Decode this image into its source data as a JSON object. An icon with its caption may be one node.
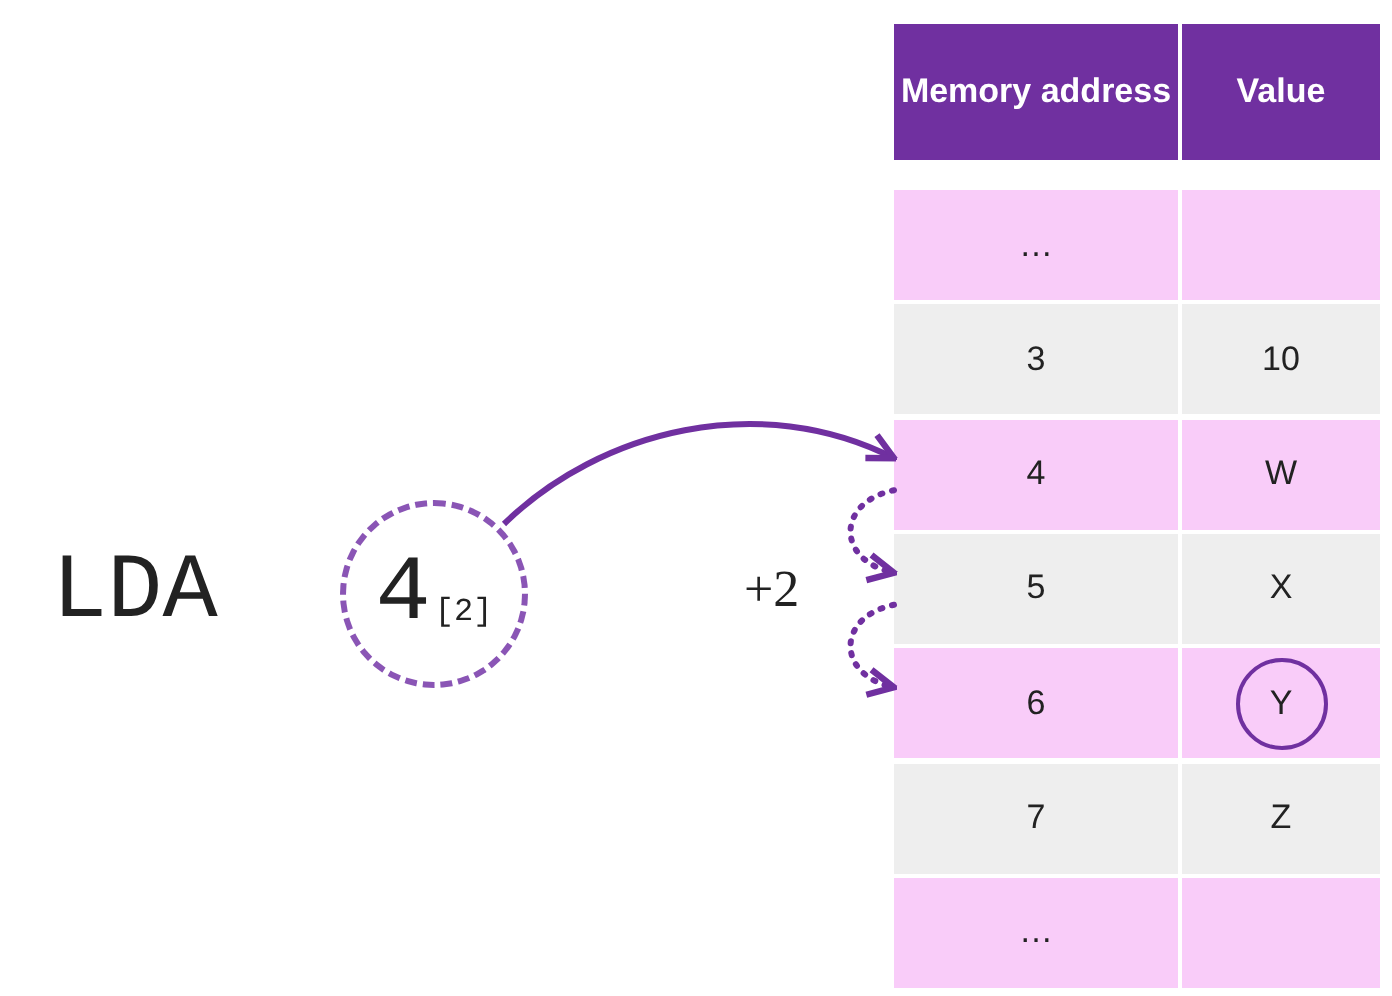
{
  "diagram": {
    "nodes": [
      {
        "text": [
          "4",
          "[2]"
        ]
      },
      {
        "text": [
          "4"
        ]
      },
      {
        "text": [
          "5"
        ]
      },
      {
        "text": [
          "6"
        ]
      },
      {
        "text": [
          "Y"
        ]
      }
    ],
    "edges": [
      {
        "from": 0,
        "to": 1,
        "arrow": "to"
      },
      {
        "from": 1,
        "to": 2,
        "arrow": "to",
        "style": "dashed"
      },
      {
        "from": 2,
        "to": 3,
        "arrow": "to",
        "style": "dashed"
      }
    ],
    "labels": [
      "LDA",
      "+2",
      "Memory address",
      "Value",
      "…",
      "3",
      "10",
      "W",
      "X",
      "7",
      "Z",
      "…"
    ]
  }
}
